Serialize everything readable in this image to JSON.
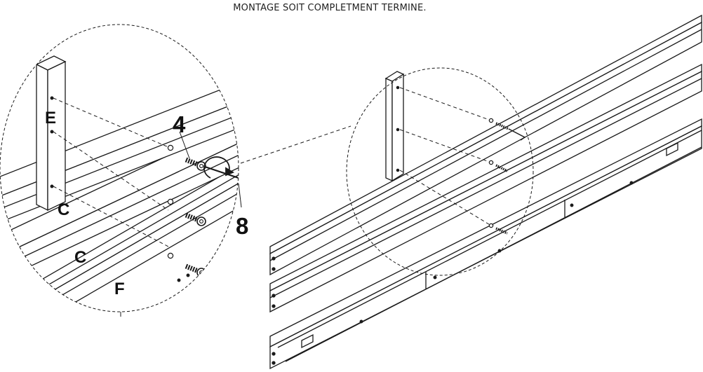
{
  "caption": "MONTAGE SOIT COMPLETMENT TERMINE.",
  "labels": {
    "panel_e": "E",
    "rail_c_top": "C",
    "rail_c_mid": "C",
    "rail_f": "F",
    "part_bolt": "4",
    "part_wrench": "8"
  },
  "colors": {
    "line": "#1a1a1a",
    "paper": "#ffffff"
  }
}
